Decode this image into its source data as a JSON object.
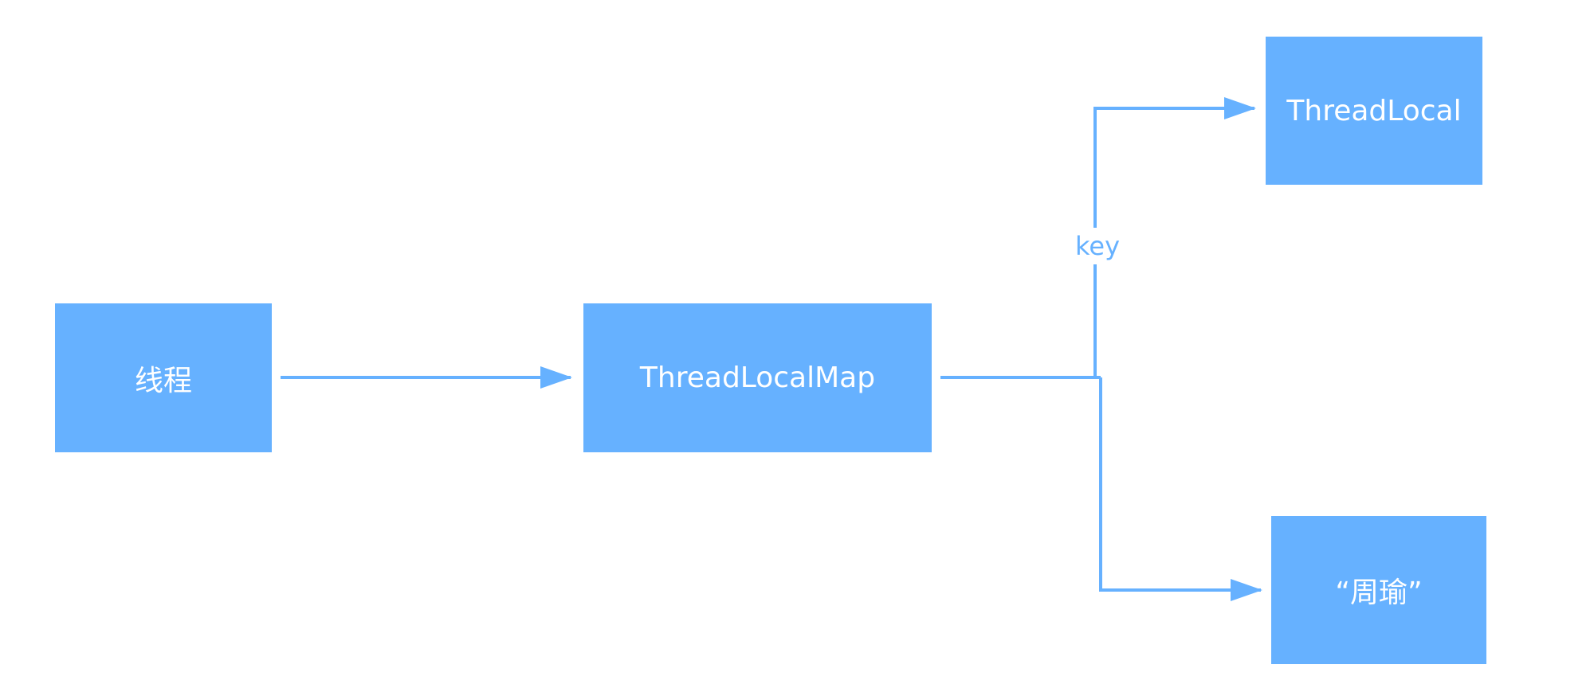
{
  "diagram": {
    "nodes": {
      "thread": "线程",
      "map": "ThreadLocalMap",
      "threadlocal": "ThreadLocal",
      "value": "“周瑜”"
    },
    "edges": {
      "key_label": "key"
    },
    "colors": {
      "node_fill": "#66b1ff",
      "node_text": "#ffffff",
      "line": "#66b1ff",
      "background": "#ffffff"
    }
  }
}
